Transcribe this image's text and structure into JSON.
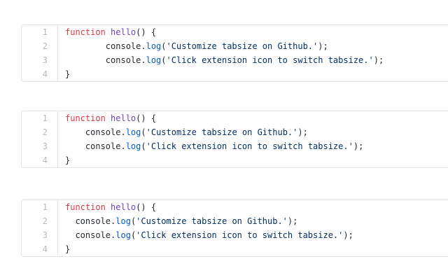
{
  "colors": {
    "page_background": "#ffffff",
    "block_background": "#ffffff",
    "border": "#e1e4e8",
    "line_number": "#b7b9bb",
    "code_plain": "#24292e",
    "keyword": "#d73a49",
    "function_name": "#6f42c1",
    "method": "#005cc5",
    "string": "#032f62"
  },
  "blocks": [
    {
      "line_numbers": [
        "1",
        "2",
        "3",
        "4"
      ],
      "lines": [
        [
          {
            "type": "keyword",
            "text": "function"
          },
          {
            "type": "plain",
            "text": " "
          },
          {
            "type": "function",
            "text": "hello"
          },
          {
            "type": "plain",
            "text": "() {"
          }
        ],
        [
          {
            "type": "plain",
            "text": "        console."
          },
          {
            "type": "method",
            "text": "log"
          },
          {
            "type": "plain",
            "text": "("
          },
          {
            "type": "string",
            "text": "'Customize tabsize on Github.'"
          },
          {
            "type": "plain",
            "text": ");"
          }
        ],
        [
          {
            "type": "plain",
            "text": "        console."
          },
          {
            "type": "method",
            "text": "log"
          },
          {
            "type": "plain",
            "text": "("
          },
          {
            "type": "string",
            "text": "'Click extension icon to switch tabsize.'"
          },
          {
            "type": "plain",
            "text": ");"
          }
        ],
        [
          {
            "type": "plain",
            "text": "}"
          }
        ]
      ]
    },
    {
      "line_numbers": [
        "1",
        "2",
        "3",
        "4"
      ],
      "lines": [
        [
          {
            "type": "keyword",
            "text": "function"
          },
          {
            "type": "plain",
            "text": " "
          },
          {
            "type": "function",
            "text": "hello"
          },
          {
            "type": "plain",
            "text": "() {"
          }
        ],
        [
          {
            "type": "plain",
            "text": "    console."
          },
          {
            "type": "method",
            "text": "log"
          },
          {
            "type": "plain",
            "text": "("
          },
          {
            "type": "string",
            "text": "'Customize tabsize on Github.'"
          },
          {
            "type": "plain",
            "text": ");"
          }
        ],
        [
          {
            "type": "plain",
            "text": "    console."
          },
          {
            "type": "method",
            "text": "log"
          },
          {
            "type": "plain",
            "text": "("
          },
          {
            "type": "string",
            "text": "'Click extension icon to switch tabsize.'"
          },
          {
            "type": "plain",
            "text": ");"
          }
        ],
        [
          {
            "type": "plain",
            "text": "}"
          }
        ]
      ]
    },
    {
      "line_numbers": [
        "1",
        "2",
        "3",
        "4"
      ],
      "lines": [
        [
          {
            "type": "keyword",
            "text": "function"
          },
          {
            "type": "plain",
            "text": " "
          },
          {
            "type": "function",
            "text": "hello"
          },
          {
            "type": "plain",
            "text": "() {"
          }
        ],
        [
          {
            "type": "plain",
            "text": "  console."
          },
          {
            "type": "method",
            "text": "log"
          },
          {
            "type": "plain",
            "text": "("
          },
          {
            "type": "string",
            "text": "'Customize tabsize on Github.'"
          },
          {
            "type": "plain",
            "text": ");"
          }
        ],
        [
          {
            "type": "plain",
            "text": "  console."
          },
          {
            "type": "method",
            "text": "log"
          },
          {
            "type": "plain",
            "text": "("
          },
          {
            "type": "string",
            "text": "'Click extension icon to switch tabsize.'"
          },
          {
            "type": "plain",
            "text": ");"
          }
        ],
        [
          {
            "type": "plain",
            "text": "}"
          }
        ]
      ]
    }
  ]
}
